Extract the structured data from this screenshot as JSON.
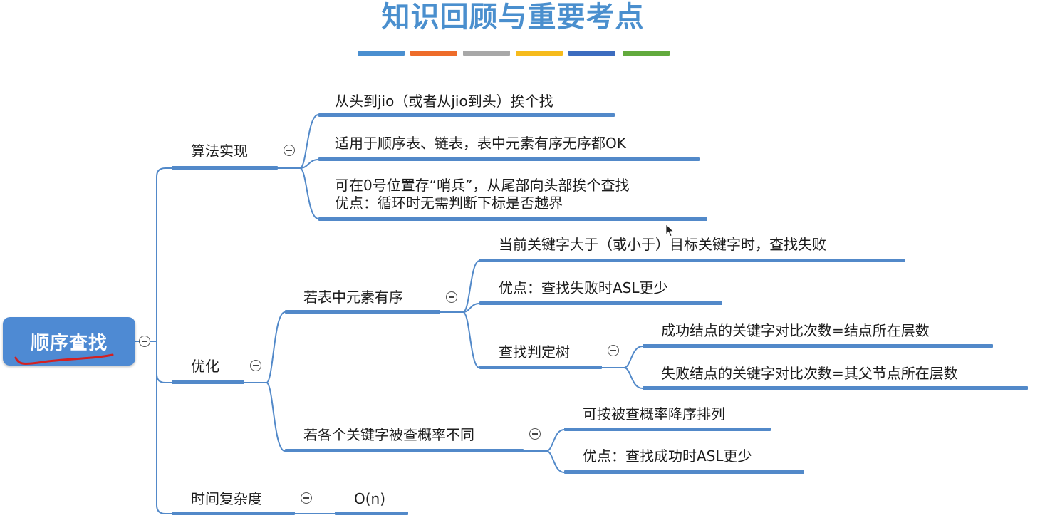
{
  "title": "知识回顾与重要考点",
  "title_bar_colors": [
    "#4a8fd0",
    "#ee6c2a",
    "#a8a8a8",
    "#f6bb1c",
    "#3c6cbf",
    "#62aa3d"
  ],
  "root": "顺序查找",
  "branches": {
    "algorithm": {
      "label": "算法实现",
      "items": [
        "从头到jio（或者从jio到头）挨个找",
        "适用于顺序表、链表，表中元素有序无序都OK",
        "可在0号位置存“哨兵”，从尾部向头部挨个查找",
        "优点：循环时无需判断下标是否越界"
      ]
    },
    "optimization": {
      "label": "优化",
      "ordered": {
        "label": "若表中元素有序",
        "items": [
          "当前关键字大于（或小于）目标关键字时，查找失败",
          "优点：查找失败时ASL更少"
        ],
        "tree": {
          "label": "查找判定树",
          "items": [
            "成功结点的关键字对比次数=结点所在层数",
            "失败结点的关键字对比次数=其父节点所在层数"
          ]
        }
      },
      "probability": {
        "label": "若各个关键字被查概率不同",
        "items": [
          "可按被查概率降序排列",
          "优点：查找成功时ASL更少"
        ]
      }
    },
    "complexity": {
      "label": "时间复杂度",
      "value": "O(n)"
    }
  },
  "colors": {
    "line": "#5289c9",
    "root_fill": "#4e8ad3",
    "title": "#4a8fce",
    "annotation": "#d42020"
  },
  "icons": [
    "collapse-icon",
    "mouse-cursor-icon"
  ]
}
